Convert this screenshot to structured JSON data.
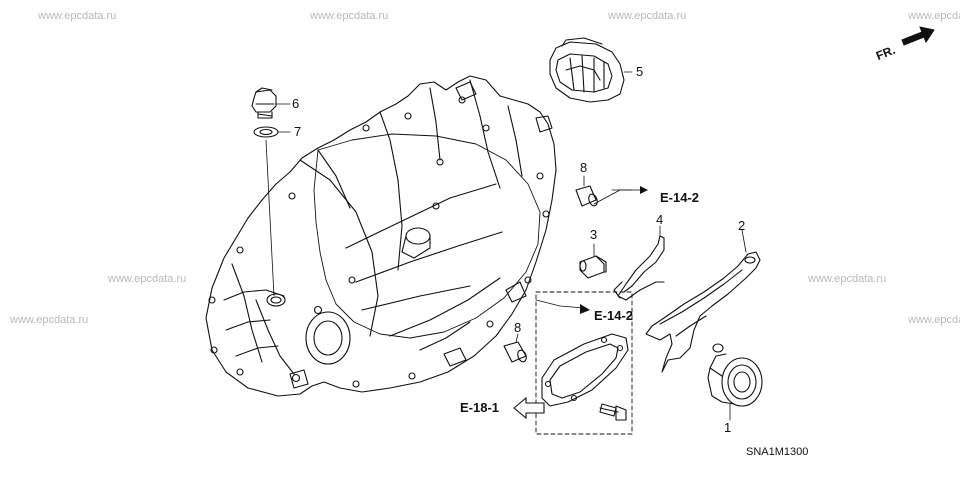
{
  "watermark": "www.epcdata.ru",
  "direction_label": "FR.",
  "diagram_code": "SNA1M1300",
  "callouts": {
    "c1": "1",
    "c2": "2",
    "c3": "3",
    "c4": "4",
    "c5": "5",
    "c6": "6",
    "c7": "7",
    "c8a": "8",
    "c8b": "8"
  },
  "references": {
    "e142_top": "E-14-2",
    "e142_mid": "E-14-2",
    "e181": "E-18-1"
  }
}
